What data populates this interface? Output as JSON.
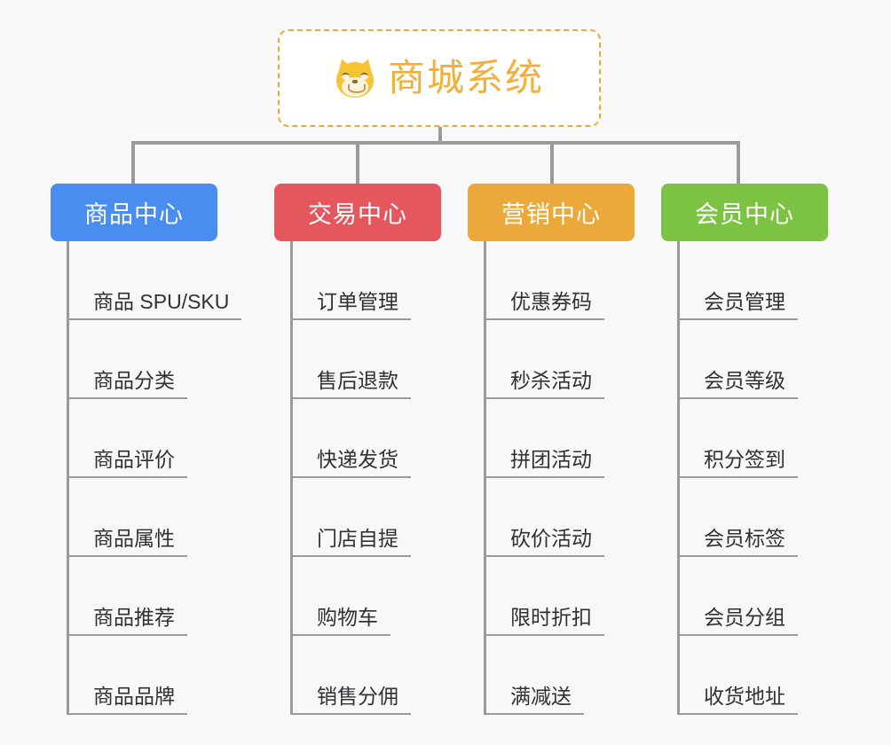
{
  "page": {
    "background_color": "#f8f8f8",
    "line_color": "#9a9a9a"
  },
  "root": {
    "title": "商城系统",
    "icon": "shiba-dog-face-emoji",
    "text_color": "#f0b03a",
    "border_color": "#eaa93a",
    "background_color": "#ffffff"
  },
  "columns": [
    {
      "header": "商品中心",
      "color": "#4a8df0",
      "items": [
        "商品 SPU/SKU",
        "商品分类",
        "商品评价",
        "商品属性",
        "商品推荐",
        "商品品牌"
      ]
    },
    {
      "header": "交易中心",
      "color": "#e4575c",
      "items": [
        "订单管理",
        "售后退款",
        "快递发货",
        "门店自提",
        "购物车",
        "销售分佣"
      ]
    },
    {
      "header": "营销中心",
      "color": "#eaa93a",
      "items": [
        "优惠券码",
        "秒杀活动",
        "拼团活动",
        "砍价活动",
        "限时折扣",
        "满减送"
      ]
    },
    {
      "header": "会员中心",
      "color": "#7cc243",
      "items": [
        "会员管理",
        "会员等级",
        "积分签到",
        "会员标签",
        "会员分组",
        "收货地址"
      ]
    }
  ]
}
